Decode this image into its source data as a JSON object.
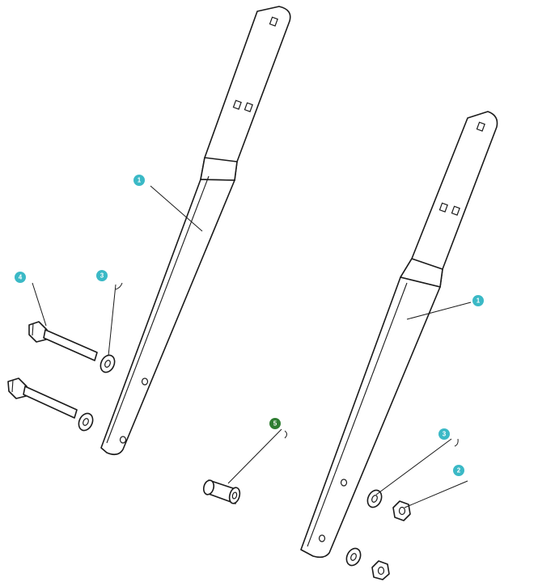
{
  "callout_colors": {
    "teal": "#3bb9c6",
    "green": "#2f7d32"
  },
  "callouts": [
    {
      "id": "left-arm",
      "label": "1",
      "color": "teal"
    },
    {
      "id": "right-arm",
      "label": "1",
      "color": "teal"
    },
    {
      "id": "nut",
      "label": "2",
      "color": "teal"
    },
    {
      "id": "washer-left",
      "label": "3",
      "color": "teal"
    },
    {
      "id": "washer-right",
      "label": "3",
      "color": "teal"
    },
    {
      "id": "bolt",
      "label": "4",
      "color": "teal"
    },
    {
      "id": "spacer",
      "label": "5",
      "color": "green"
    }
  ]
}
